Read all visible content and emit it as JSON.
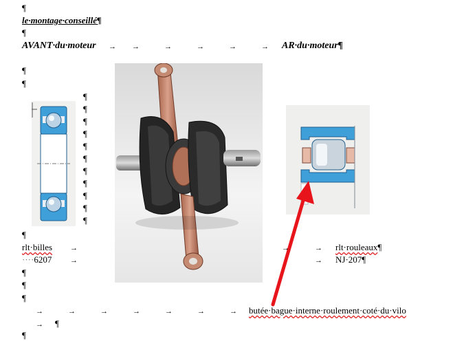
{
  "document": {
    "pilcrow": "¶",
    "title": "le·montage·conseillé",
    "front_label": "AVANT·du·moteur",
    "rear_label": "AR·du·moteur",
    "tab_arrow": "→",
    "left_bearing_label": "rlt·billes",
    "left_bearing_ref": "6207",
    "right_bearing_label": "rlt·rouleaux",
    "right_bearing_ref": "NJ·207",
    "note": "butée·bague·interne·roulement·coté·du·vilo"
  },
  "images": {
    "left": {
      "icon": "ball-bearing-icon"
    },
    "center": {
      "icon": "crankshaft-photo"
    },
    "right": {
      "icon": "roller-bearing-icon"
    }
  },
  "colors": {
    "bearing_blue": "#3f9fd8",
    "roller_steel": "#c9d4dc",
    "annotation_arrow": "#e8141b",
    "rod_copper": "#c98a6c"
  }
}
